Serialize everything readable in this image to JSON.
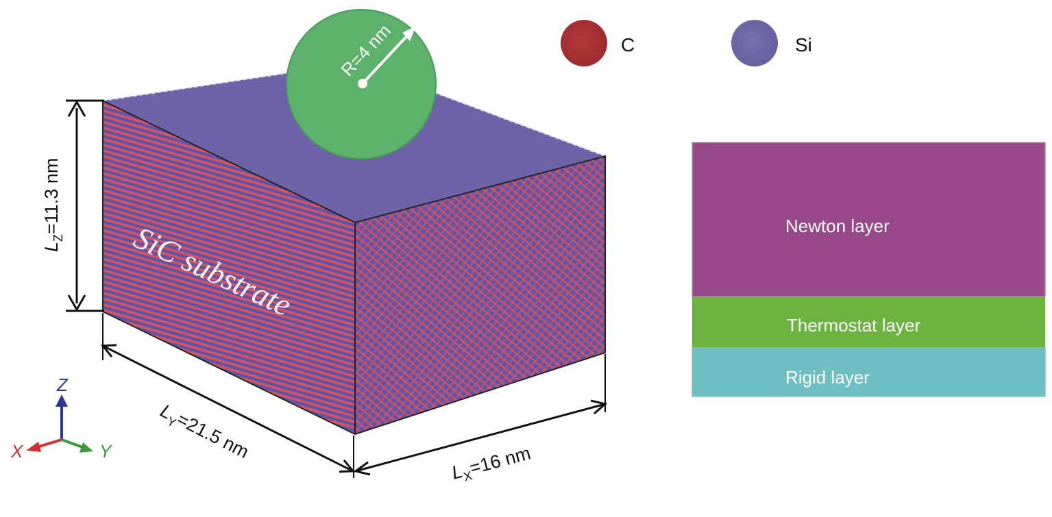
{
  "substrate_label": "SiC substrate",
  "radius_label": "R=4 nm",
  "dimensions": {
    "lz": {
      "symbol": "L",
      "sub": "Z",
      "value": "=11.3 nm"
    },
    "ly": {
      "symbol": "L",
      "sub": "Y",
      "value": "=21.5 nm"
    },
    "lx": {
      "symbol": "L",
      "sub": "X",
      "value": "=16 nm"
    }
  },
  "axes": {
    "z": "Z",
    "x": "X",
    "y": "Y"
  },
  "legend": [
    {
      "label": "C",
      "color": "#a63033"
    },
    {
      "label": "Si",
      "color": "#6e67a6"
    }
  ],
  "layers": [
    {
      "label": "Newton layer",
      "color": "#984789"
    },
    {
      "label": "Thermostat layer",
      "color": "#6db33f"
    },
    {
      "label": "Rigid layer",
      "color": "#6dbfc2"
    }
  ],
  "colors": {
    "top_face": "#6e62a8",
    "sphere": "#5cb26a",
    "carbon_stripe": "#d9545e",
    "silicon_stripe": "#5f55a8",
    "axis_z": "#2c3a8e",
    "axis_x": "#d32f2f",
    "axis_y": "#3a9a3a"
  }
}
